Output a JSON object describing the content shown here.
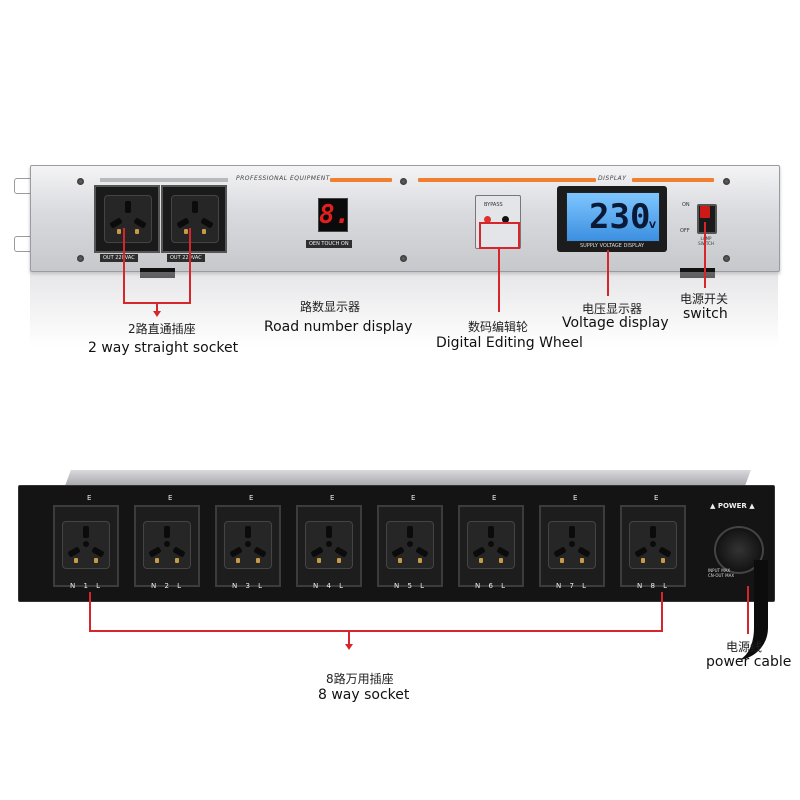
{
  "front_panel": {
    "brand_strip": "PROFESSIONAL EQUIPMENT",
    "display_strip": "DISPLAY",
    "socket_labels": [
      "OUT 220VAC",
      "OUT 220VAC"
    ],
    "road_digit": "8.",
    "road_caption": "OEN TOUCH ON",
    "bypass_label": "BYPASS",
    "voltage_value": "230",
    "voltage_unit": "V",
    "voltage_caption": "SUPPLY VOLTAGE DISPLAY",
    "switch_on": "ON",
    "switch_off": "OFF",
    "switch_caption": "LAMP SWITCH"
  },
  "rear_panel": {
    "sockets": [
      {
        "e": "E",
        "nl": "N 1 L"
      },
      {
        "e": "E",
        "nl": "N 2 L"
      },
      {
        "e": "E",
        "nl": "N 3 L"
      },
      {
        "e": "E",
        "nl": "N 4 L"
      },
      {
        "e": "E",
        "nl": "N 5 L"
      },
      {
        "e": "E",
        "nl": "N 6 L"
      },
      {
        "e": "E",
        "nl": "N 7 L"
      },
      {
        "e": "E",
        "nl": "N 8 L"
      }
    ],
    "power_label": "POWER",
    "input_label_1": "INPUT MAX",
    "input_label_2": "CN-OUT MAX"
  },
  "annotations": {
    "straight_socket": {
      "cn": "2路直通插座",
      "en": "2 way straight socket"
    },
    "road_display": {
      "cn": "路数显示器",
      "en": "Road number display"
    },
    "editing_wheel": {
      "cn": "数码编辑轮",
      "en": "Digital Editing Wheel"
    },
    "voltage_display": {
      "cn": "电压显示器",
      "en": "Voltage display"
    },
    "switch": {
      "cn": "电源开关",
      "en": "switch"
    },
    "eight_way": {
      "cn": "8路万用插座",
      "en": "8 way socket"
    },
    "power_cable": {
      "cn": "电源线",
      "en": "power cable"
    }
  },
  "colors": {
    "accent_orange": "#f08030",
    "annotation_red": "#d7262b",
    "lcd_blue": "#5aa8f0",
    "seg_red": "#e0201c"
  }
}
